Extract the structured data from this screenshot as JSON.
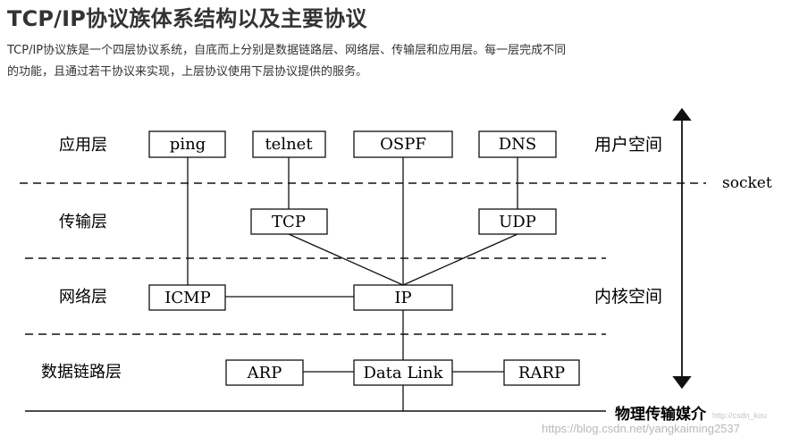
{
  "title": "TCP/IP协议族体系结构以及主要协议",
  "intro": {
    "line1": "TCP/IP协议族是一个四层协议系统，自底而上分别是数据链路层、网络层、传输层和应用层。每一层完成不同",
    "line2": "的功能，且通过若干协议来实现，上层协议使用下层协议提供的服务。"
  },
  "layers": {
    "application": "应用层",
    "transport": "传输层",
    "network": "网络层",
    "datalink": "数据链路层"
  },
  "protocols": {
    "ping": "ping",
    "telnet": "telnet",
    "ospf": "OSPF",
    "dns": "DNS",
    "tcp": "TCP",
    "udp": "UDP",
    "icmp": "ICMP",
    "ip": "IP",
    "arp": "ARP",
    "datalink": "Data Link",
    "rarp": "RARP"
  },
  "spaces": {
    "user": "用户空间",
    "kernel": "内核空间",
    "socket": "socket",
    "medium": "物理传输媒介"
  },
  "watermark": {
    "top": "http://csdn_kou",
    "url": "https://blog.csdn.net/yangkaiming2537"
  }
}
